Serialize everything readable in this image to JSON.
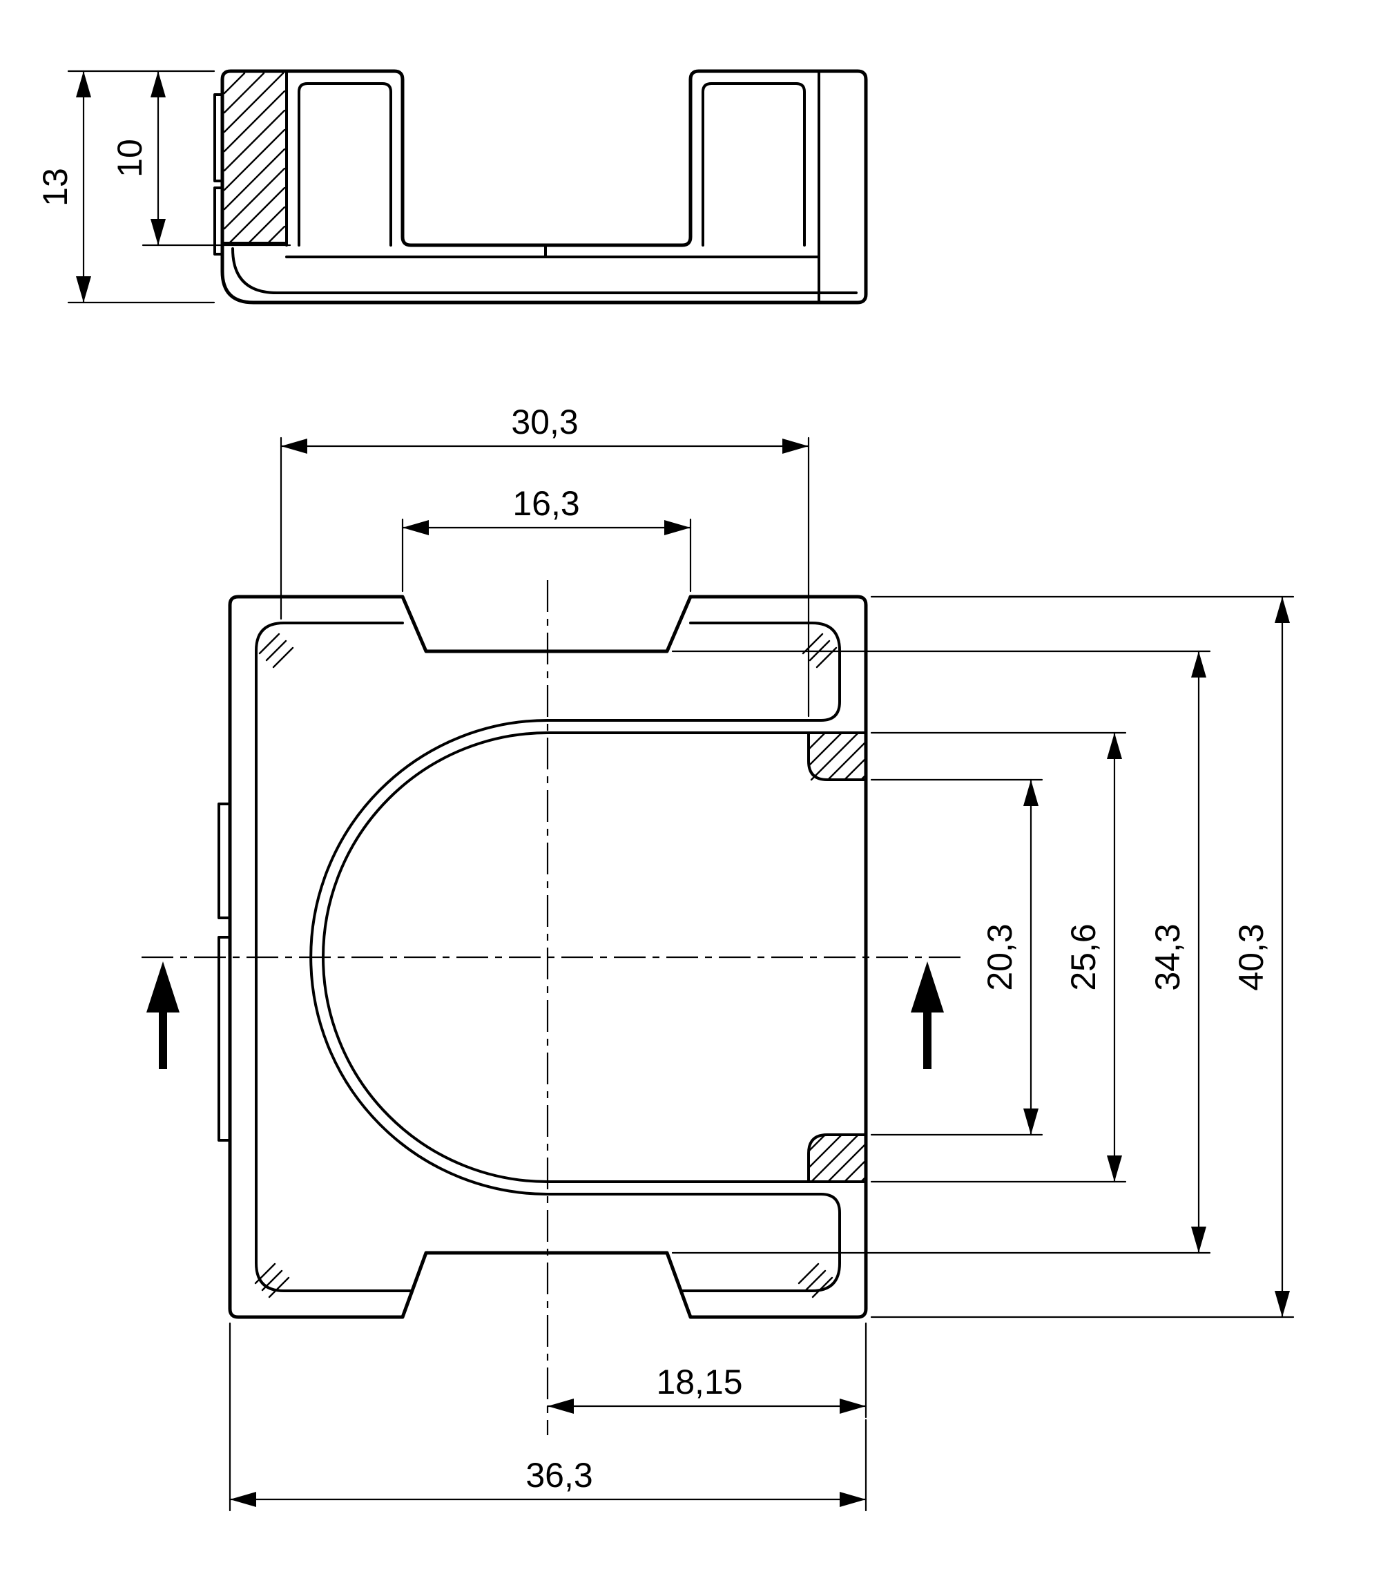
{
  "page": {
    "background": "#ffffff"
  },
  "drawing": {
    "kind": "technical-drawing",
    "line_color": "#000000",
    "views": {
      "top_view": {
        "dimensions": {
          "total_height": "13",
          "tab_height": "10"
        }
      },
      "front_view": {
        "dimensions": {
          "top_width": "30,3",
          "notch_width": "16,3",
          "jaw_opening": "20,3",
          "slot_height": "25,6",
          "inner_height": "34,3",
          "total_height": "40,3",
          "half_width": "18,15",
          "total_width": "36,3"
        }
      }
    }
  }
}
